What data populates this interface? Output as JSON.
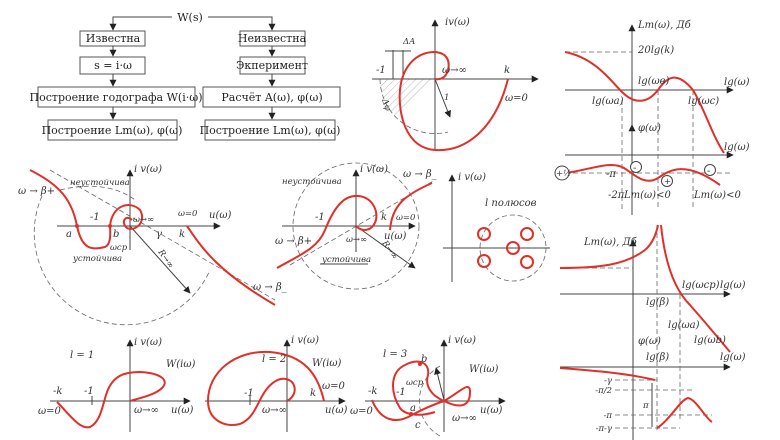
{
  "flowchart": {
    "root": "W(s)",
    "left": [
      "Известна",
      "s = i·ω",
      "Построение годографа W(i·ω)",
      "Построение Lm(ω), φ(ω)"
    ],
    "right": [
      "Неизвестна",
      "Экперимент",
      "Расчёт A(ω), φ(ω)",
      "Построение Lm(ω), φ(ω)"
    ]
  },
  "nyquist_margin": {
    "y_axis": "iv(ω)",
    "minus_one": "-1",
    "k": "k",
    "w_inf": "ω→∞",
    "w_zero": "ω=0",
    "dA": "ΔA",
    "dphi": "Δφ",
    "one": "1"
  },
  "nyquist_a": {
    "y_axis": "i v(ω)",
    "x_axis": "u(ω)",
    "unstable": "неустойчива",
    "stable": "устойчива",
    "w_beta_plus": "ω → β+",
    "w_beta_minus": "ω → β_",
    "minus_one": "-1",
    "a": "a",
    "b": "b",
    "gamma": "γ",
    "k": "k",
    "w_zero": "ω=0",
    "w_inf": "ω→∞",
    "w_cp": "ωср",
    "r_inf": "R→∞"
  },
  "nyquist_b": {
    "y_axis": "i v(ω)",
    "x_axis": "u(ω)",
    "unstable": "неустойчива",
    "stable": "устойчива",
    "w_beta_plus": "ω → β+",
    "w_beta_minus": "ω → β_",
    "minus_one": "-1",
    "k": "k",
    "w_zero": "ω=0",
    "w_inf": "ω→∞",
    "r_inf": "R→∞"
  },
  "poles": {
    "y_axis": "i v(ω)",
    "title": "l полюсов"
  },
  "l1": {
    "title": "l = 1",
    "y_axis": "i v(ω)",
    "x_axis": "u(ω)",
    "curve": "W(iω)",
    "minus_k": "-k",
    "minus_one": "-1",
    "w_zero": "ω=0",
    "w_inf": "ω→∞"
  },
  "l2": {
    "title": "l = 2",
    "y_axis": "i v(ω)",
    "x_axis": "u(ω)",
    "curve": "W(iω)",
    "k": "k",
    "minus_one": "-1",
    "w_zero": "ω=0",
    "w_inf": "ω→∞"
  },
  "l3": {
    "title": "l = 3",
    "y_axis": "i v(ω)",
    "x_axis": "u(ω)",
    "curve": "W(iω)",
    "minus_k": "-k",
    "minus_one": "-1",
    "w_zero": "ω=0",
    "w_inf": "ω→∞",
    "w_cp": "ωср",
    "a": "a",
    "b": "b",
    "c": "c"
  },
  "bode_top": {
    "lm_axis": "Lm(ω), Дб",
    "k_level": "20lg(k)",
    "x_axis": "lg(ω)",
    "x_axis2": "lg(ω)",
    "phi_axis": "φ(ω)",
    "lg_wa": "lg(ωа)",
    "lg_wb": "lg(ωв)",
    "lg_wc": "lg(ωс)",
    "minus_pi": "-π",
    "minus_2pi": "-2π",
    "lm_neg1": "Lm(ω)<0",
    "lm_neg2": "Lm(ω)<0",
    "half": "+½",
    "minus1": "-",
    "plus": "+",
    "minus2": "-"
  },
  "bode_bottom": {
    "lm_axis": "Lm(ω), Дб",
    "x_axis": "lg(ω)",
    "x_axis2": "lg(ω)",
    "phi_axis": "φ(ω)",
    "lg_beta1": "lg(β)",
    "lg_beta2": "lg(β)",
    "lg_wcp": "lg(ωср)",
    "lg_wa": "lg(ωа)",
    "lg_wb": "lg(ωb)",
    "minus_gamma": "-γ",
    "minus_pi_half": "-π/2",
    "minus_pi": "-π",
    "minus_pi_gamma": "-π-γ",
    "pi": "π"
  },
  "colors": {
    "curve": "#e0302a",
    "axis": "#444444"
  }
}
